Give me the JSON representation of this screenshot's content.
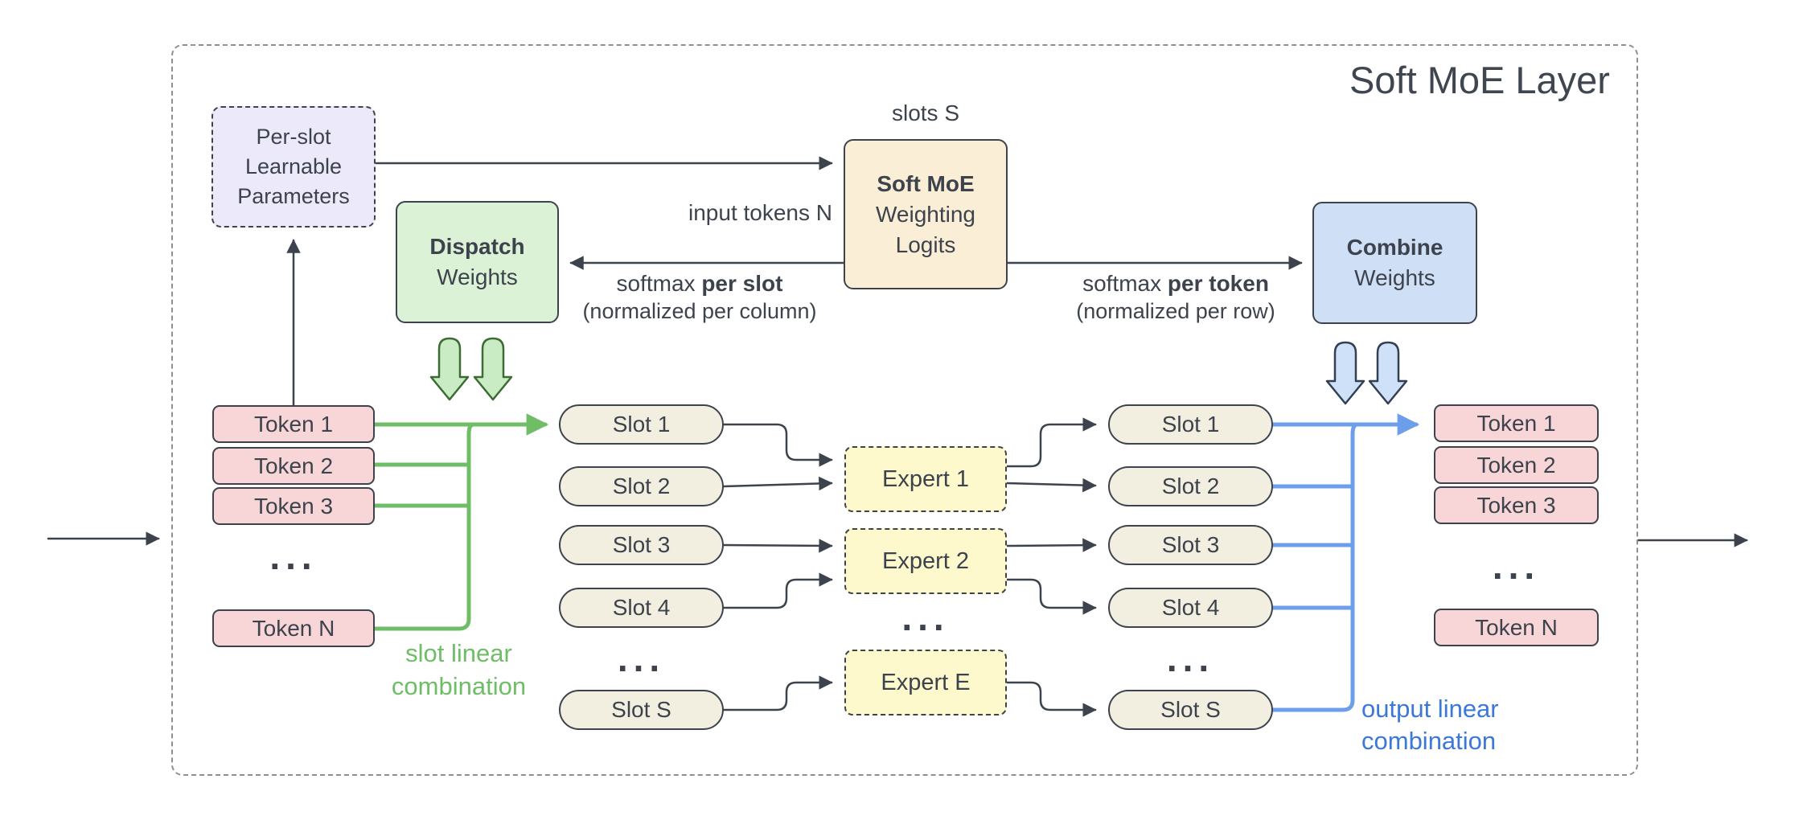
{
  "title": "Soft MoE Layer",
  "colors": {
    "dark": "#3d434c",
    "green_line": "#6fbe67",
    "blue_line": "#6d9eeb",
    "green_text": "#6fbe67",
    "blue_text": "#3b78d8",
    "token_fill": "#f8d6d8",
    "slot_fill": "#f2efe0",
    "expert_fill": "#fdf9cc",
    "params_fill": "#eceafa",
    "logits_fill": "#fbeed7",
    "dispatch_fill": "#dcf2d6",
    "combine_fill": "#cfe0f6"
  },
  "per_slot_box": {
    "line1": "Per-slot",
    "line2": "Learnable",
    "line3": "Parameters"
  },
  "logits_box": {
    "title": "Soft MoE",
    "line2": "Weighting",
    "line3": "Logits"
  },
  "dispatch_box": {
    "title": "Dispatch",
    "subtitle": "Weights"
  },
  "combine_box": {
    "title": "Combine",
    "subtitle": "Weights"
  },
  "labels": {
    "slots_s": "slots S",
    "input_tokens_n": "input tokens N",
    "softmax_slot_prefix": "softmax ",
    "softmax_slot_bold": "per slot",
    "softmax_slot_sub": "(normalized per column)",
    "softmax_token_prefix": "softmax ",
    "softmax_token_bold": "per token",
    "softmax_token_sub": "(normalized per row)",
    "slot_linear_line1": "slot linear",
    "slot_linear_line2": "combination",
    "output_linear_line1": "output linear",
    "output_linear_line2": "combination",
    "ellipsis": "..."
  },
  "columns": {
    "input_tokens": [
      "Token 1",
      "Token 2",
      "Token 3",
      "...",
      "Token N"
    ],
    "slots_in": [
      "Slot 1",
      "Slot 2",
      "Slot 3",
      "Slot 4",
      "...",
      "Slot S"
    ],
    "experts": [
      "Expert 1",
      "Expert 2",
      "...",
      "Expert E"
    ],
    "slots_out": [
      "Slot 1",
      "Slot 2",
      "Slot 3",
      "Slot 4",
      "...",
      "Slot S"
    ],
    "output_tokens": [
      "Token 1",
      "Token 2",
      "Token 3",
      "...",
      "Token N"
    ]
  }
}
